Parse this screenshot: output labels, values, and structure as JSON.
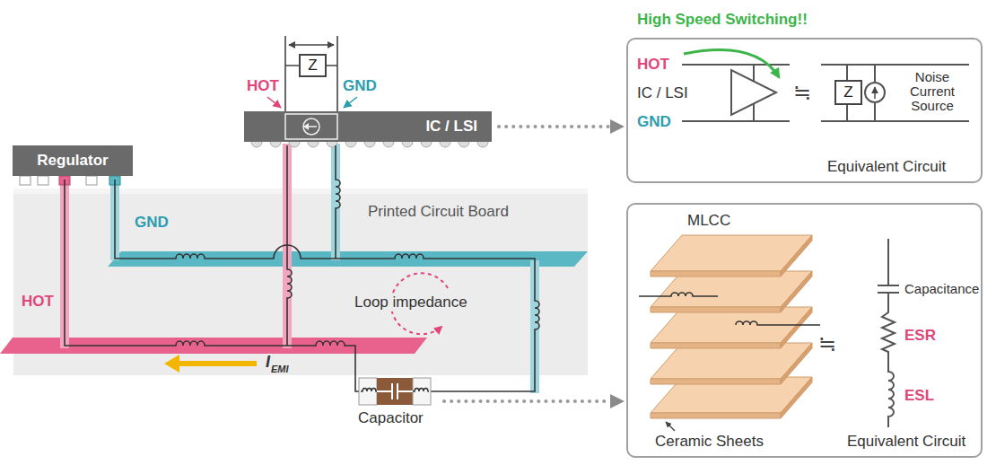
{
  "diagram": {
    "nodes": [
      {
        "text": [
          "Regulator"
        ]
      },
      {
        "text": [
          "IC / LSI"
        ]
      },
      {
        "text": [
          "Z"
        ]
      },
      {
        "text": [
          "Printed Circuit Board"
        ]
      },
      {
        "text": [
          "Capacitor"
        ]
      },
      {
        "text": [
          "High Speed Switching!!"
        ]
      },
      {
        "text": [
          "Z"
        ],
        "in": 5
      },
      {
        "text": [
          "MLCC"
        ]
      }
    ],
    "edges": [
      {
        "from": 1,
        "to": 5,
        "arrow": "to"
      },
      {
        "from": 4,
        "to": 7,
        "arrow": "to"
      }
    ],
    "labels": [
      "HOT",
      "GND",
      "GND",
      "Loop impedance",
      "HOT",
      "I",
      "EMI",
      "HOT",
      "IC / LSI",
      "GND",
      "≒",
      "Noise Current Source",
      "Equivalent Circuit",
      "Capacitance",
      "ESR",
      "ESL",
      "≒",
      "Ceramic Sheets",
      "Equivalent Circuit"
    ]
  }
}
